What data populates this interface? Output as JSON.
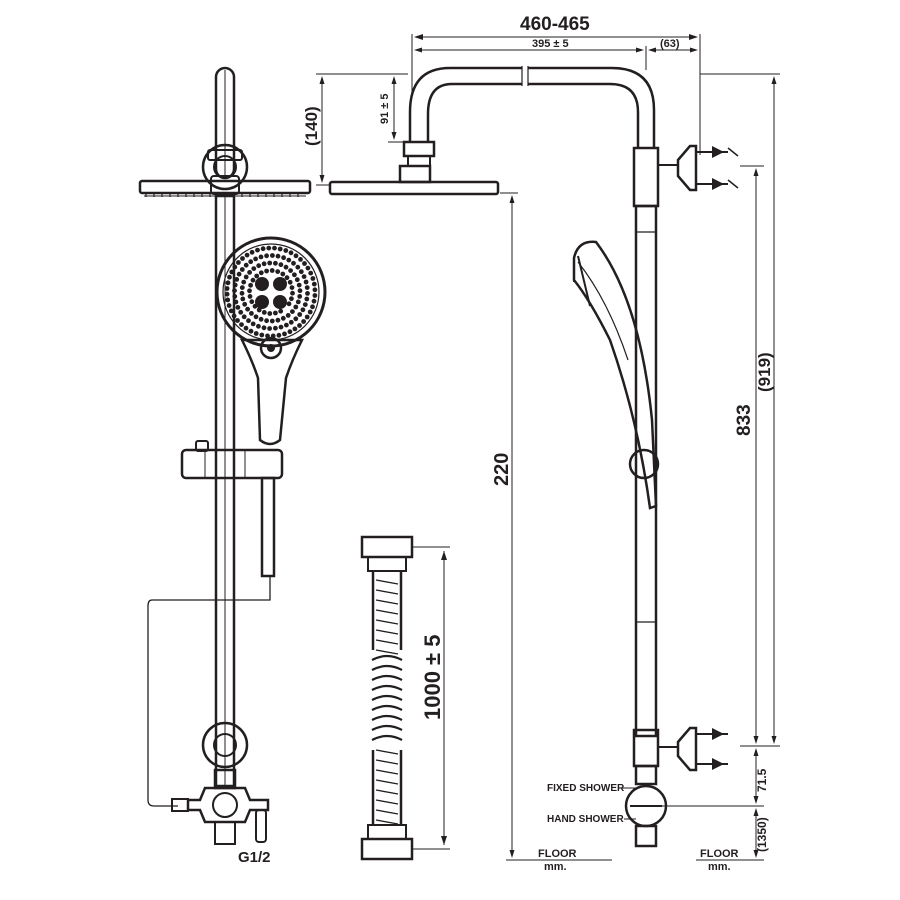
{
  "dimensions": {
    "overall_width": "460-465",
    "arm_length": "395 ± 5",
    "offset": "(63)",
    "head_drop": "(140)",
    "drop_small": "91 ± 5",
    "total_height": "220",
    "rail_height": "833",
    "rail_total": "(919)",
    "bottom_small": "71.5",
    "bottom_total": "(1350)",
    "hose_length": "1000 ± 5"
  },
  "labels": {
    "fixed_shower": "FIXED SHOWER",
    "hand_shower": "HAND SHOWER",
    "thread": "G1/2",
    "floor_left": "FLOOR",
    "unit_left": "mm.",
    "floor_right": "FLOOR",
    "unit_right": "mm."
  }
}
